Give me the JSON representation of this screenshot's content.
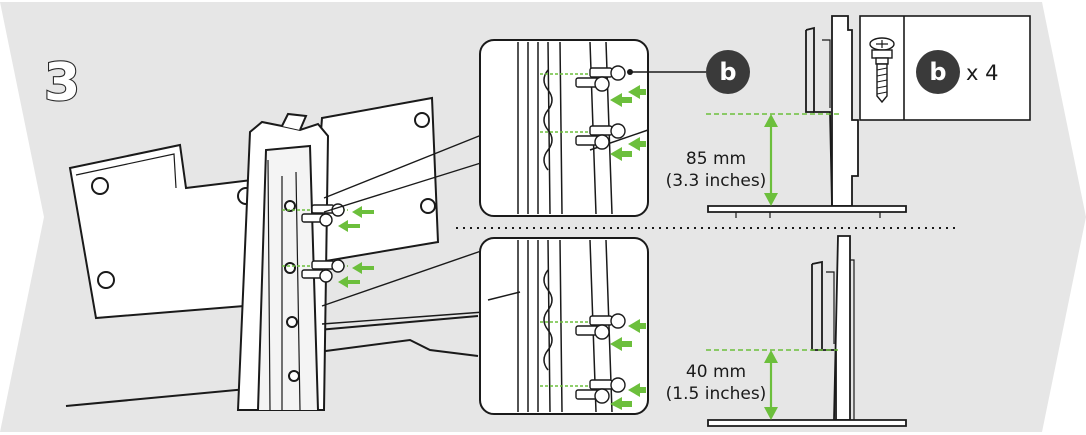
{
  "step": {
    "number": "3"
  },
  "screw_callout": {
    "letter": "b"
  },
  "parts_box": {
    "letter": "b",
    "quantity": "x 4"
  },
  "measurements": {
    "upper": {
      "mm": "85 mm",
      "inches": "(3.3 inches)"
    },
    "lower": {
      "mm": "40 mm",
      "inches": "(1.5 inches)"
    }
  },
  "colors": {
    "banner": "#e6e6e6",
    "accent_green": "#6cbf3c",
    "badge": "#3a3a3a",
    "line": "#1a1a1a"
  }
}
